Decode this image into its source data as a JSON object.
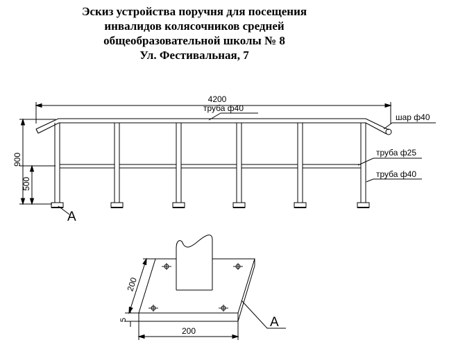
{
  "title_lines": [
    "Эскиз устройства поручня для посещения",
    "инвалидов колясочников средней",
    "общеобразовательной школы № 8",
    "Ул. Фестивальная, 7"
  ],
  "elevation": {
    "overall_length": "4200",
    "height_total": "900",
    "height_mid": "500",
    "top_rail": "труба ф40",
    "ball": "шар ф40",
    "mid_rail": "труба ф25",
    "post": "труба ф40",
    "detail_marker": "А"
  },
  "detail": {
    "width_dim": "200",
    "depth_dim": "200",
    "thickness_dim": "5",
    "marker": "А"
  }
}
